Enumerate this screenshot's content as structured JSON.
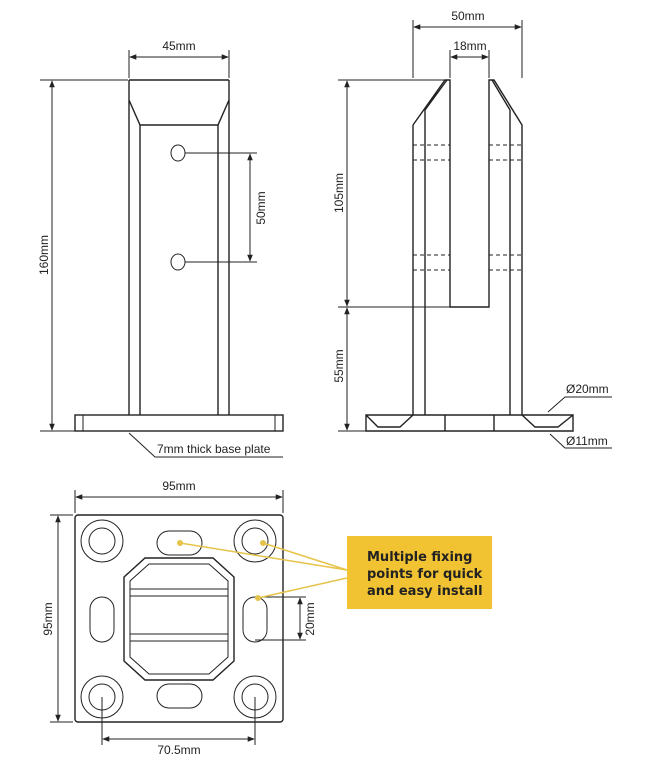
{
  "front_view": {
    "width_label": "45mm",
    "height_label": "160mm",
    "hole_spacing_label": "50mm",
    "base_label": "7mm thick base plate"
  },
  "side_view": {
    "outer_width_label": "50mm",
    "glass_slot_label": "18mm",
    "clamp_height_label": "105mm",
    "lower_height_label": "55mm",
    "countersink_label": "Ø20mm",
    "hole_label": "Ø11mm"
  },
  "plan_view": {
    "width_label": "95mm",
    "depth_label": "95mm",
    "slot_length_label": "20mm",
    "hole_centres_label": "70.5mm"
  },
  "callout": {
    "lines": [
      "Multiple fixing",
      "points for quick",
      "and easy install"
    ],
    "color": "#f1c232",
    "leader_color": "#e6c34a"
  }
}
